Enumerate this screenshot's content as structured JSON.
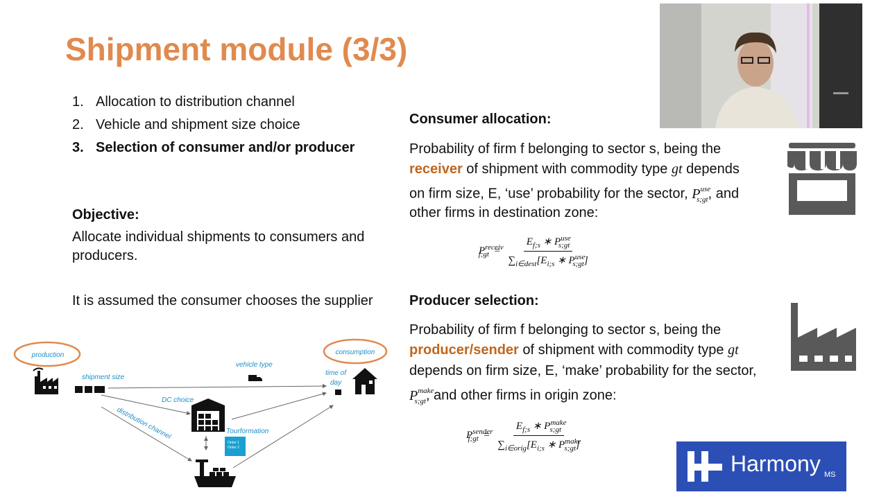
{
  "slide": {
    "title": "Shipment module (3/3)",
    "list": [
      {
        "num": "1.",
        "text": "Allocation to distribution channel"
      },
      {
        "num": "2.",
        "text": "Vehicle and shipment size choice"
      },
      {
        "num": "3.",
        "text": "Selection of consumer and/or producer"
      }
    ],
    "objective_heading": "Objective:",
    "objective_text": "Allocate individual shipments to consumers and producers.",
    "assumption": "It is assumed the consumer chooses the supplier",
    "consumer": {
      "heading": "Consumer allocation:",
      "p1": "Probability of firm f belonging to sector s, being the",
      "p2_accent": "receiver",
      "p2_rest": " of shipment with commodity type ",
      "gt": "gt",
      "p2_end": " depends",
      "p3": "on firm size, E, ‘use’ probability for the sector, ",
      "p3_end": ", and",
      "p4": "other firms in destination zone:"
    },
    "producer": {
      "heading": "Producer selection:",
      "p1": "Probability of firm f belonging to sector s, being the",
      "p2_accent": "producer/sender",
      "p2_rest": " of shipment with commodity type ",
      "gt": "gt",
      "p3": "depends on firm size, E, ‘make’ probability for the sector,",
      "p4_end": ", and other firms in origin zone:"
    },
    "diagram": {
      "production": "production",
      "consumption": "consumption",
      "shipment_size": "shipment size",
      "vehicle_type": "vehicle type",
      "time_of": "time of",
      "day": "day",
      "dc_choice": "DC choice",
      "distribution_channel": "distribution channel",
      "tourformation": "Tourformation",
      "order1": "Order 1",
      "order2": "Order 2"
    },
    "logo": {
      "name": "Harmony",
      "suffix": "MS"
    },
    "icons": [
      "store-icon",
      "factory-icon",
      "factory-small-icon",
      "house-icon",
      "warehouse-icon",
      "ship-icon",
      "truck-icon"
    ],
    "colors": {
      "title": "#e08a4e",
      "accent": "#c0661d",
      "diagram": "#1a8fc7",
      "icon_gray": "#595959",
      "logo_bg": "#2c4fb6"
    }
  }
}
